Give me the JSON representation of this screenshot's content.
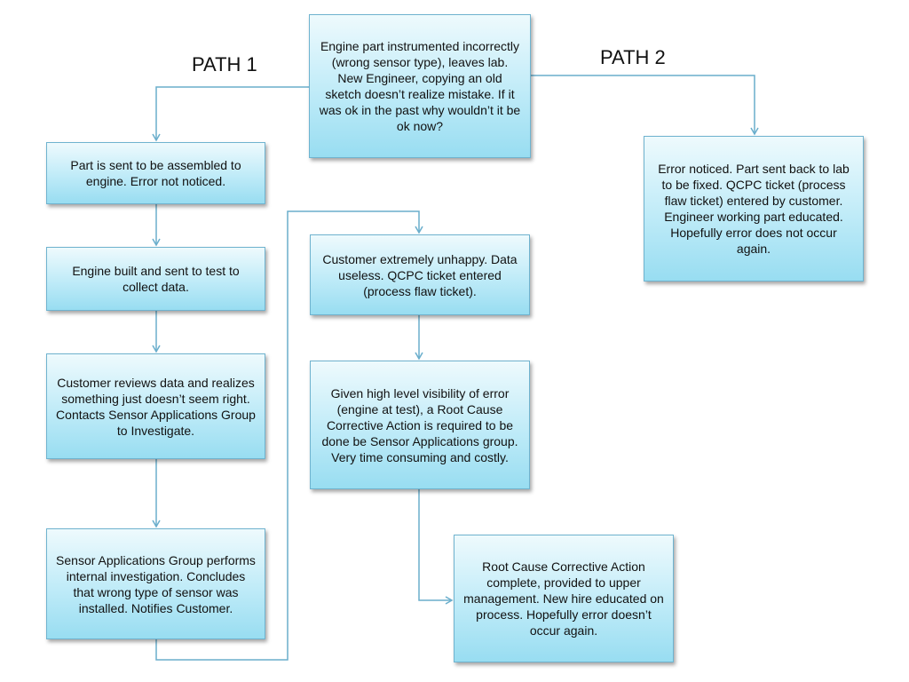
{
  "labels": {
    "path1": "PATH 1",
    "path2": "PATH 2"
  },
  "boxes": {
    "start": "Engine part instrumented incorrectly (wrong sensor type),  leaves lab.  New Engineer, copying an old sketch doesn’t realize mistake.  If it was ok in the past why wouldn’t it be ok now?",
    "p1_assembled": "Part is sent to be assembled to engine.  Error not noticed.",
    "p1_built": "Engine built and sent to test to collect data.",
    "p1_reviews": "Customer reviews data and realizes something  just doesn’t seem right.  Contacts Sensor Applications Group to Investigate.",
    "p1_investigation": "Sensor Applications Group performs internal investigation.   Concludes that wrong type of sensor was installed.  Notifies Customer.",
    "p1_unhappy": "Customer extremely unhappy.  Data useless.  QCPC ticket entered (process flaw ticket).",
    "p1_rcca_required": "Given high level visibility of error (engine at test), a Root Cause Corrective Action is required to be done be Sensor Applications group.  Very time consuming and costly.",
    "p1_rcca_complete": "Root Cause Corrective Action complete, provided to upper management.  New hire educated on process.  Hopefully error doesn’t occur again.",
    "p2_noticed": "Error noticed.  Part sent back to lab to be fixed. QCPC ticket (process  flaw ticket) entered by customer.  Engineer working part educated.  Hopefully error does not occur again."
  },
  "colors": {
    "connector": "#6aaecc",
    "box_border": "#6fb3cf"
  }
}
